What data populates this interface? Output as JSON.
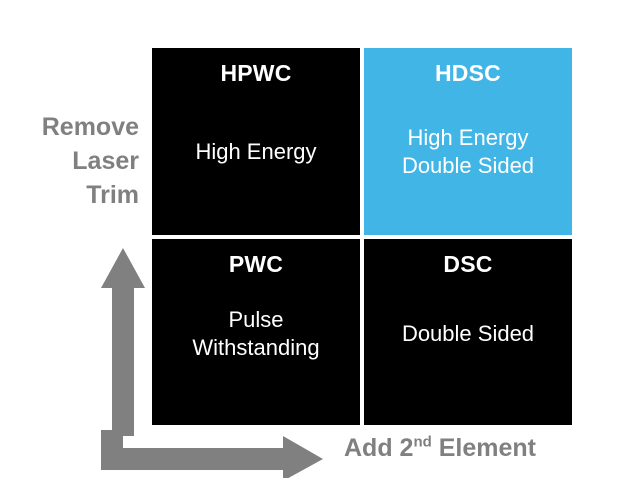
{
  "diagram": {
    "type": "2x2-positioning-matrix",
    "title": "",
    "colors": {
      "cell_background": "#000000",
      "accent_cell_background": "#41b6e6",
      "cell_text": "#ffffff",
      "axis_gray": "#808080",
      "page_background": "#ffffff"
    },
    "axes": {
      "y": {
        "label": "Remove\nLaser\nTrim",
        "lines": [
          "Remove",
          "Laser",
          "Trim"
        ],
        "direction": "up",
        "arrow_name": "y-axis-arrow"
      },
      "x": {
        "label_prefix": "Add 2",
        "label_superscript": "nd",
        "label_suffix": " Element",
        "label_plain": "Add 2nd Element",
        "direction": "right",
        "arrow_name": "x-axis-arrow"
      }
    },
    "quadrants": [
      {
        "id": "top-left",
        "code": "HPWC",
        "description": "High Energy",
        "highlighted": false
      },
      {
        "id": "top-right",
        "code": "HDSC",
        "description": "High Energy\nDouble Sided",
        "highlighted": true
      },
      {
        "id": "bottom-left",
        "code": "PWC",
        "description": "Pulse\nWithstanding",
        "highlighted": false
      },
      {
        "id": "bottom-right",
        "code": "DSC",
        "description": "Double Sided",
        "highlighted": false
      }
    ]
  }
}
